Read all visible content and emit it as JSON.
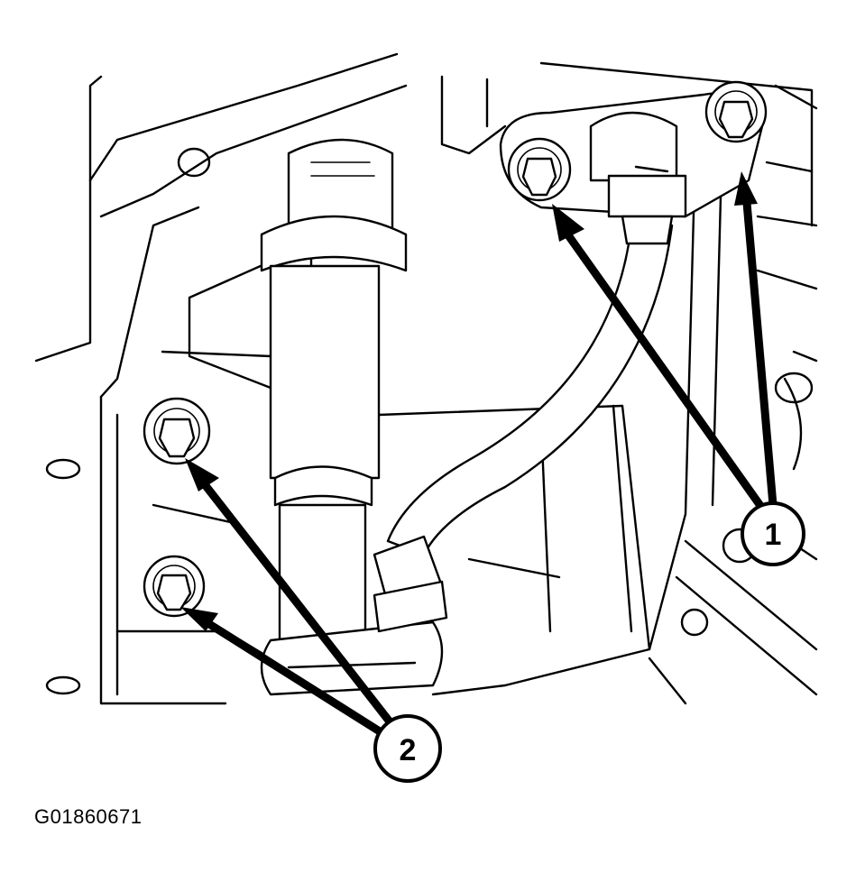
{
  "callouts": [
    {
      "id": "callout-1",
      "label": "1"
    },
    {
      "id": "callout-2",
      "label": "2"
    }
  ],
  "figure_id": "G01860671",
  "colors": {
    "ink": "#000000",
    "paper": "#ffffff"
  }
}
